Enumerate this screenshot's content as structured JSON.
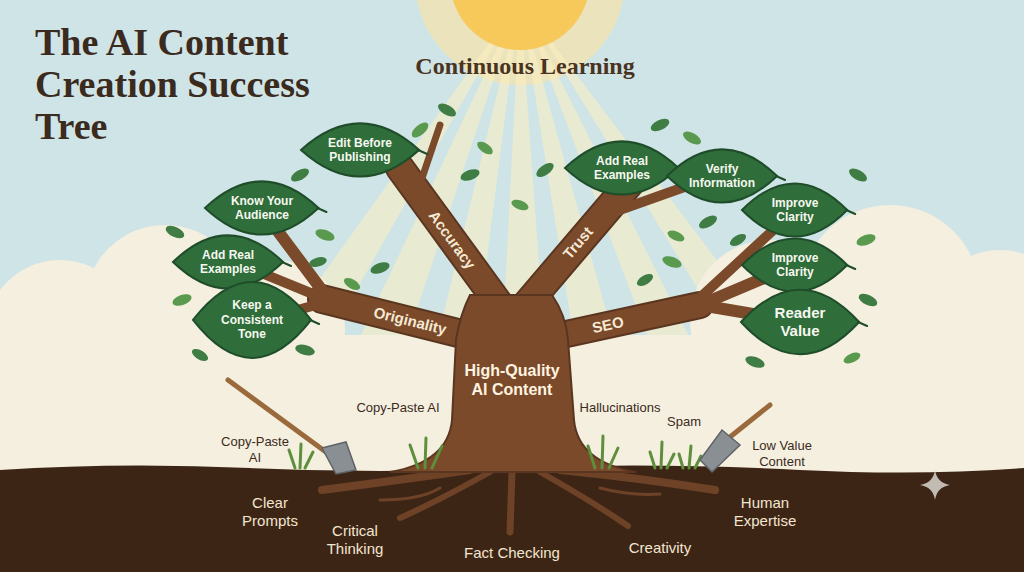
{
  "diagram": {
    "title": "The AI Content Creation Success Tree",
    "nodes": [
      {
        "text": [
          "Know Your Audience"
        ]
      },
      {
        "text": [
          "Add Real Examples"
        ]
      },
      {
        "text": [
          "Keep a Consistent Tone"
        ]
      },
      {
        "text": [
          "Edit Before Publishing"
        ]
      },
      {
        "text": [
          "Add Real Examples"
        ]
      },
      {
        "text": [
          "Verify Information"
        ]
      },
      {
        "text": [
          "Improve Clarity"
        ]
      },
      {
        "text": [
          "Improve Clarity"
        ]
      },
      {
        "text": [
          "Reader Value"
        ]
      }
    ],
    "labels": [
      "Continuous Learning",
      "Accuracy",
      "Trust",
      "Originality",
      "SEO",
      "High-Quality AI Content",
      "Copy-Paste AI",
      "Copy-Paste AI",
      "Hallucinations",
      "Spam",
      "Low Value Content",
      "Clear Prompts",
      "Critical Thinking",
      "Fact Checking",
      "Creativity",
      "Human Expertise"
    ]
  }
}
